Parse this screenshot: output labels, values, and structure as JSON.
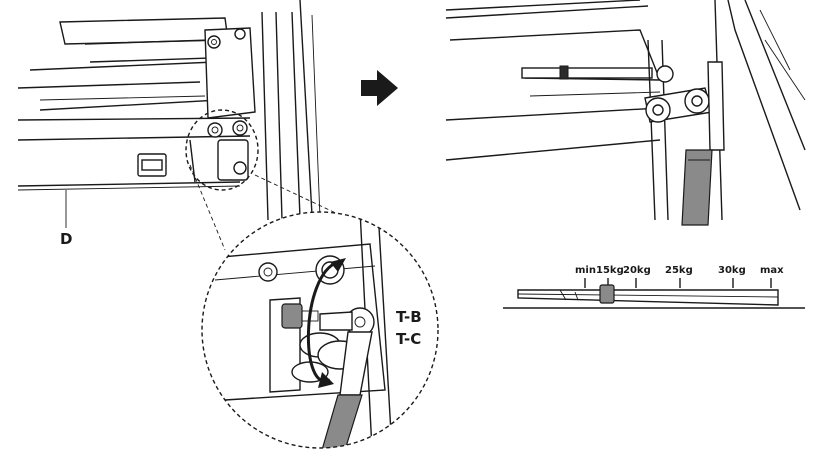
{
  "left_panel": {
    "part_label": "D"
  },
  "detail": {
    "tool_labels": [
      "T-B",
      "T-C"
    ]
  },
  "arrow": {
    "icon": "arrow-right-icon"
  },
  "right_panel": {
    "scale_ticks": [
      "min",
      "15kg",
      "20kg",
      "25kg",
      "30kg",
      "max"
    ]
  }
}
